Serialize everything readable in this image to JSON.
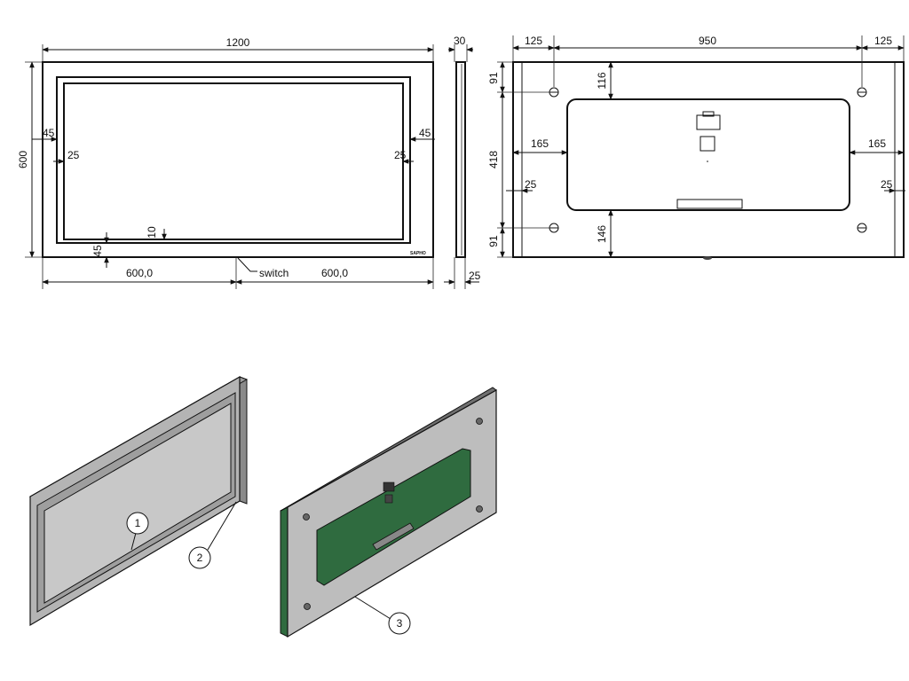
{
  "front_view": {
    "width": "1200",
    "height": "600",
    "side_left": "45",
    "side_right": "45",
    "inner_left": "25",
    "inner_right": "25",
    "bottom_strip": "10",
    "bottom_margin": "45",
    "half_left": "600,0",
    "half_right": "600,0",
    "switch_label": "switch",
    "logo_text": "SAPHO"
  },
  "side_view": {
    "depth_top": "30",
    "depth_bottom": "25"
  },
  "back_view": {
    "left": "125",
    "middle": "950",
    "right": "125",
    "top_hole": "91",
    "bottom_hole": "91",
    "mid_height": "418",
    "cutout_top": "116",
    "cutout_bottom": "146",
    "cutout_left": "165",
    "cutout_right": "165",
    "edge_left": "25",
    "edge_right": "25"
  },
  "callouts": {
    "c1": "1",
    "c2": "2",
    "c3": "3"
  },
  "colors": {
    "mirror_glass": "#c8c8c8",
    "frame_grey": "#b4b4b4",
    "back_panel": "#bdbdbd",
    "pcb_green": "#2f6b3f",
    "line": "#111111"
  }
}
